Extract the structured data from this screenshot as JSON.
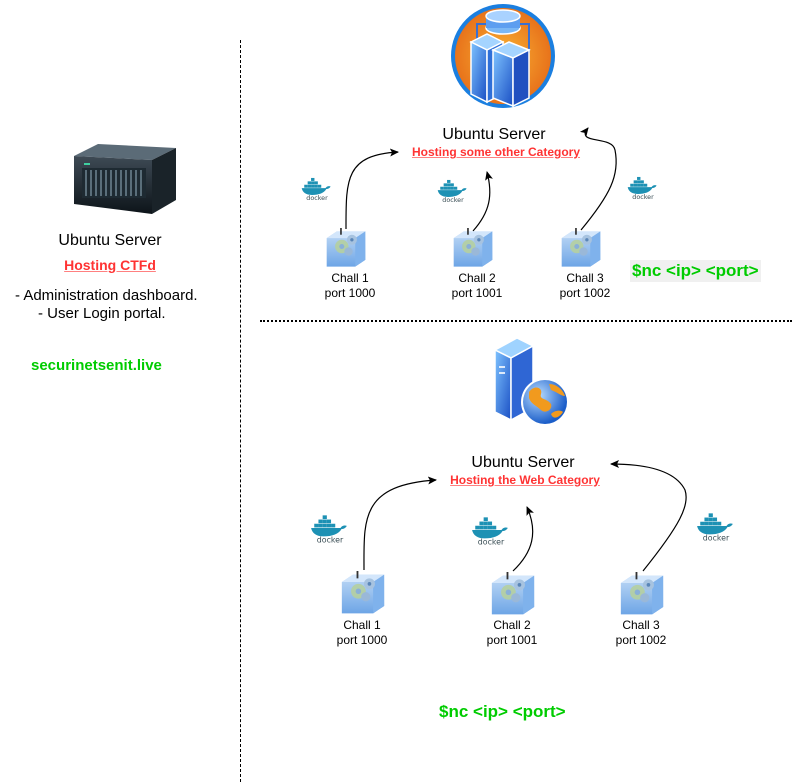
{
  "left_panel": {
    "server_icon": "rack-server-icon",
    "title": "Ubuntu Server",
    "subtitle": "Hosting CTFd",
    "features": [
      "- Administration dashboard.",
      "- User Login portal."
    ],
    "domain": "securinetsenit.live"
  },
  "top_section": {
    "server_icon": "database-server-cluster-icon",
    "title": "Ubuntu Server",
    "subtitle": "Hosting some other Category",
    "challenges": [
      {
        "name": "Chall 1",
        "port": "port 1000",
        "container": "docker"
      },
      {
        "name": "Chall 2",
        "port": "port 1001",
        "container": "docker"
      },
      {
        "name": "Chall 3",
        "port": "port 1002",
        "container": "docker"
      }
    ],
    "command": "$nc <ip> <port>"
  },
  "bottom_section": {
    "server_icon": "web-server-globe-icon",
    "title": "Ubuntu Server",
    "subtitle": "Hosting the Web Category",
    "challenges": [
      {
        "name": "Chall 1",
        "port": "port 1000",
        "container": "docker"
      },
      {
        "name": "Chall 2",
        "port": "port 1001",
        "container": "docker"
      },
      {
        "name": "Chall 3",
        "port": "port 1002",
        "container": "docker"
      }
    ],
    "command": "$nc <ip> <port>"
  },
  "colors": {
    "accent_red": "#ff3333",
    "accent_green": "#00cc00",
    "docker_blue": "#1d91b4"
  }
}
